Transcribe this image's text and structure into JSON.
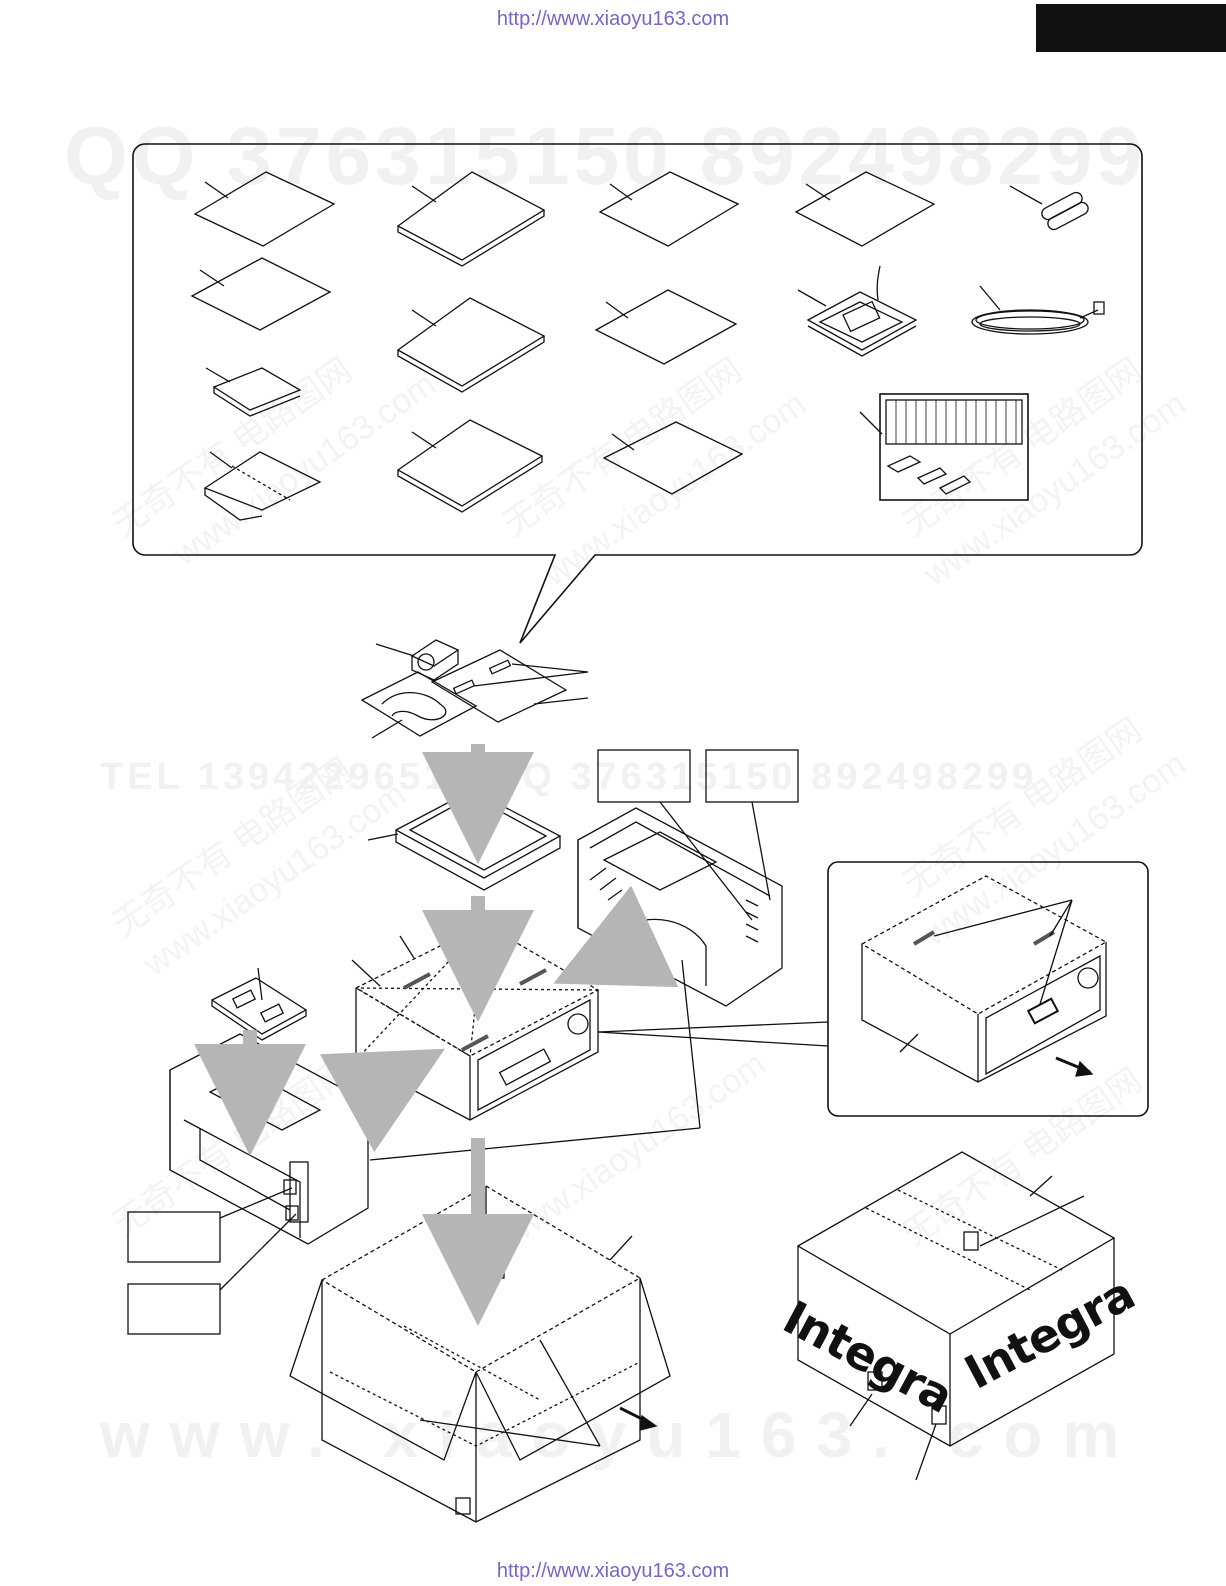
{
  "header": {
    "url": "http://www.xiaoyu163.com"
  },
  "footer": {
    "url": "http://www.xiaoyu163.com"
  },
  "watermarks": {
    "qq": "QQ 376315150   892498299",
    "tel": "TEL 13942296513   QQ 376315150   892498299",
    "www": "www. xiaoyu163. com",
    "site_cn": "无奇不有  电路图网",
    "site_url": "www.xiaoyu163.com"
  },
  "box_brand": {
    "logo_left": "Integra",
    "logo_right": "Integra"
  },
  "colors": {
    "arrow": "#b5b5b5",
    "line": "#111111",
    "watermark": "#eeeeee",
    "url": "#7b63c8",
    "tab": "#111111"
  }
}
